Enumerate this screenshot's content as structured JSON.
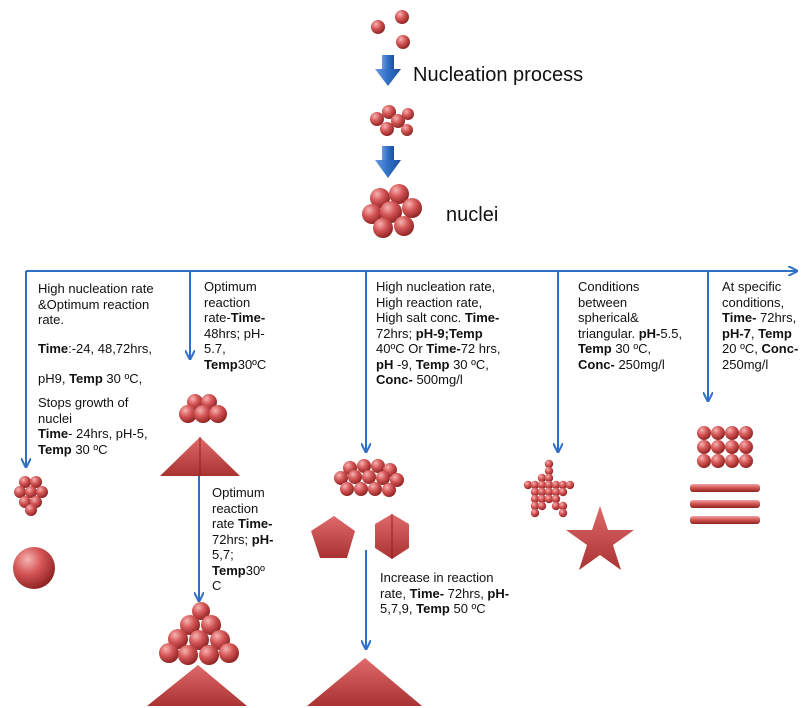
{
  "title_labels": {
    "nucleation": "Nucleation process",
    "nuclei": "nuclei"
  },
  "conditions": {
    "c1a": {
      "line1": "High nucleation rate",
      "line2": "&Optimum reaction",
      "line3": "rate."
    },
    "c1b": {
      "time_label": "Time",
      "time_value": ":-24, 48,72hrs,",
      "ph_value": "pH9, ",
      "temp_label": "Temp",
      "temp_value": " 30 ºC,"
    },
    "c1c": {
      "line1": "Stops growth of",
      "line2": "nuclei",
      "time_label": "Time",
      "time_value": "- 24hrs,  pH-5,",
      "temp_label": "Temp",
      "temp_value": " 30 ºC"
    },
    "c2a": {
      "line1": "Optimum",
      "line2": "reaction",
      "line3a": "rate-",
      "time_label": "Time-",
      "line4a": "48hrs;    pH-",
      "line5": "5.7,",
      "temp_label": "Temp",
      "temp_value": "30ºC"
    },
    "c2b": {
      "line1": "Optimum",
      "line2": "reaction",
      "line3a": "rate ",
      "time_label": "Time-",
      "line4a": "72hrs; ",
      "ph_label": "pH-",
      "line5": "5,7;",
      "temp_label": "Temp",
      "temp_value": "30º",
      "line7": "C"
    },
    "c3a": {
      "line1": "High nucleation rate,",
      "line2": "High reaction rate,",
      "line3a": "High salt conc. ",
      "time_label": "Time-",
      "line4a": "72hrs; ",
      "ph_label": "pH-9;",
      "temp_label": "Temp",
      "line5a": "40ºC Or ",
      "time2_label": "Time-",
      "line5b": "72 hrs,",
      "ph2_label": "pH",
      "line6a": " -9, ",
      "temp2_label": "Temp",
      "line6b": " 30 ºC,",
      "conc_label": "Conc-",
      "line7": " 500mg/l"
    },
    "c3b": {
      "line1": "Increase in reaction",
      "line2a": "rate, ",
      "time_label": "Time-",
      "line2b": " 72hrs, ",
      "ph_label": "pH-",
      "line3a": "5,7,9, ",
      "temp_label": "Temp",
      "line3b": " 50 ºC"
    },
    "c4": {
      "line1": "Conditions",
      "line2": "between",
      "line3": "spherical&",
      "line4a": "triangular. ",
      "ph_label": "pH-",
      "line4b": "5.5,",
      "temp_label": "Temp",
      "line5": " 30 ºC,",
      "conc_label": "Conc-",
      "line6": " 250mg/l"
    },
    "c5": {
      "line1": "At specific",
      "line2": "conditions,",
      "time_label": "Time-",
      "line3": " 72hrs,",
      "ph_label": "pH-7",
      "line4a": ", ",
      "temp_label": "Temp",
      "line5a": "20 ºC, ",
      "conc_label": "Conc-",
      "line6": "250mg/l"
    }
  },
  "colors": {
    "arrow_blue": "#2f6fc6",
    "arrow_fill": "#4a7fd0",
    "sphere_red": "#cc4b4b",
    "sphere_dark": "#8e2020",
    "sphere_light": "#f2a3a3"
  },
  "icons": [
    "particle-sphere-icon",
    "triangle-plate-icon",
    "pentagon-icon",
    "hexagon-icon",
    "star-icon",
    "rod-icon"
  ]
}
